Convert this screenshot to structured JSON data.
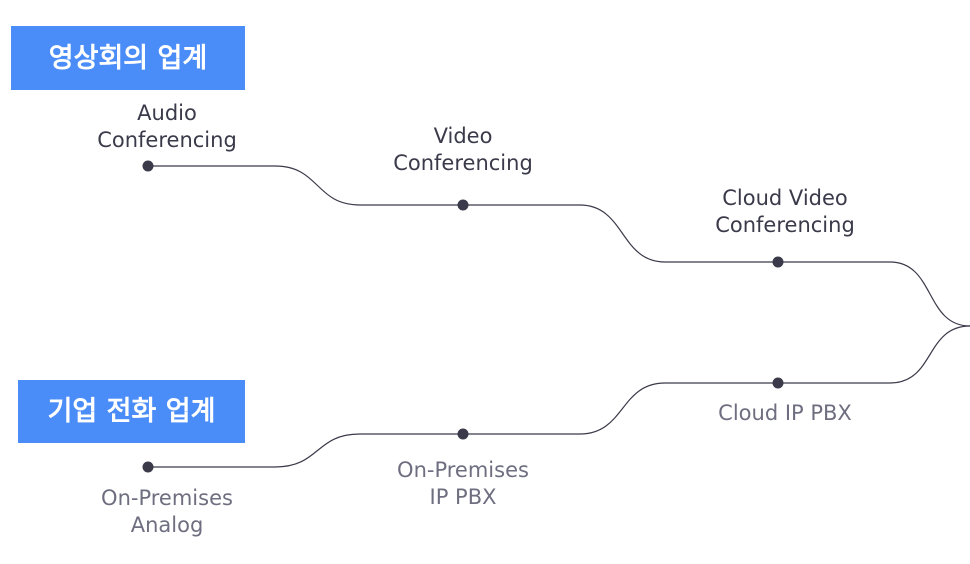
{
  "badges": {
    "video_industry": "영상회의 업계",
    "phone_industry": "기업 전화 업계"
  },
  "nodes": {
    "audio_conferencing": [
      "Audio",
      "Conferencing"
    ],
    "video_conferencing": [
      "Video",
      "Conferencing"
    ],
    "cloud_video_conferencing": [
      "Cloud Video",
      "Conferencing"
    ],
    "on_premises_analog": [
      "On-Premises",
      "Analog"
    ],
    "on_premises_ip_pbx": [
      "On-Premises",
      "IP PBX"
    ],
    "cloud_ip_pbx": [
      "Cloud IP PBX"
    ]
  },
  "colors": {
    "badge_bg": "#4b8df8",
    "badge_text": "#ffffff",
    "line": "#3a3a4a",
    "dot": "#3a3a4a",
    "label_dark": "#3a3a4a",
    "label_gray": "#6e6e80"
  }
}
